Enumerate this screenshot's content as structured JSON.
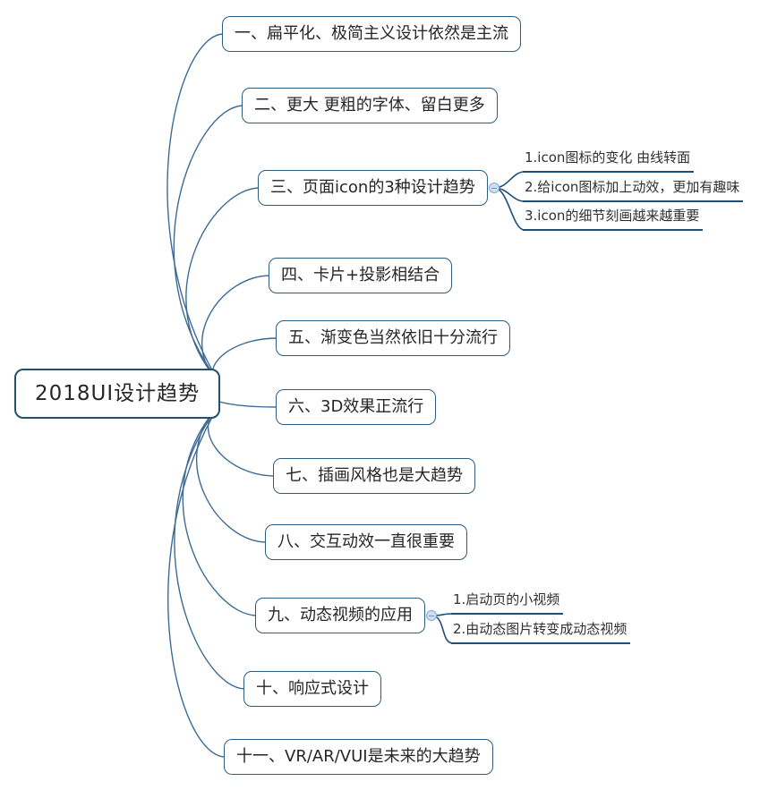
{
  "central": {
    "label": "2018UI设计趋势"
  },
  "branches": [
    {
      "label": "一、扁平化、极简主义设计依然是主流",
      "children": []
    },
    {
      "label": "二、更大 更粗的字体、留白更多",
      "children": []
    },
    {
      "label": "三、页面icon的3种设计趋势",
      "children": [
        "1.icon图标的变化 由线转面",
        "2.给icon图标加上动效，更加有趣味",
        "3.icon的细节刻画越来越重要"
      ]
    },
    {
      "label": "四、卡片+投影相结合",
      "children": []
    },
    {
      "label": "五、渐变色当然依旧十分流行",
      "children": []
    },
    {
      "label": "六、3D效果正流行",
      "children": []
    },
    {
      "label": "七、插画风格也是大趋势",
      "children": []
    },
    {
      "label": "八、交互动效一直很重要",
      "children": []
    },
    {
      "label": "九、动态视频的应用",
      "children": [
        "1.启动页的小视频",
        "2.由动态图片转变成动态视频"
      ]
    },
    {
      "label": "十、响应式设计",
      "children": []
    },
    {
      "label": "十一、VR/AR/VUI是未来的大趋势",
      "children": []
    }
  ],
  "colors": {
    "background": "#ffffff",
    "branch_border": "#2f5d80",
    "central_border": "#24506f",
    "connector_line": "#3e6b94",
    "child_underline": "#1f4e79",
    "text": "#262626",
    "collapse_fill": "#cfdef0",
    "collapse_border": "#89a9cc"
  }
}
